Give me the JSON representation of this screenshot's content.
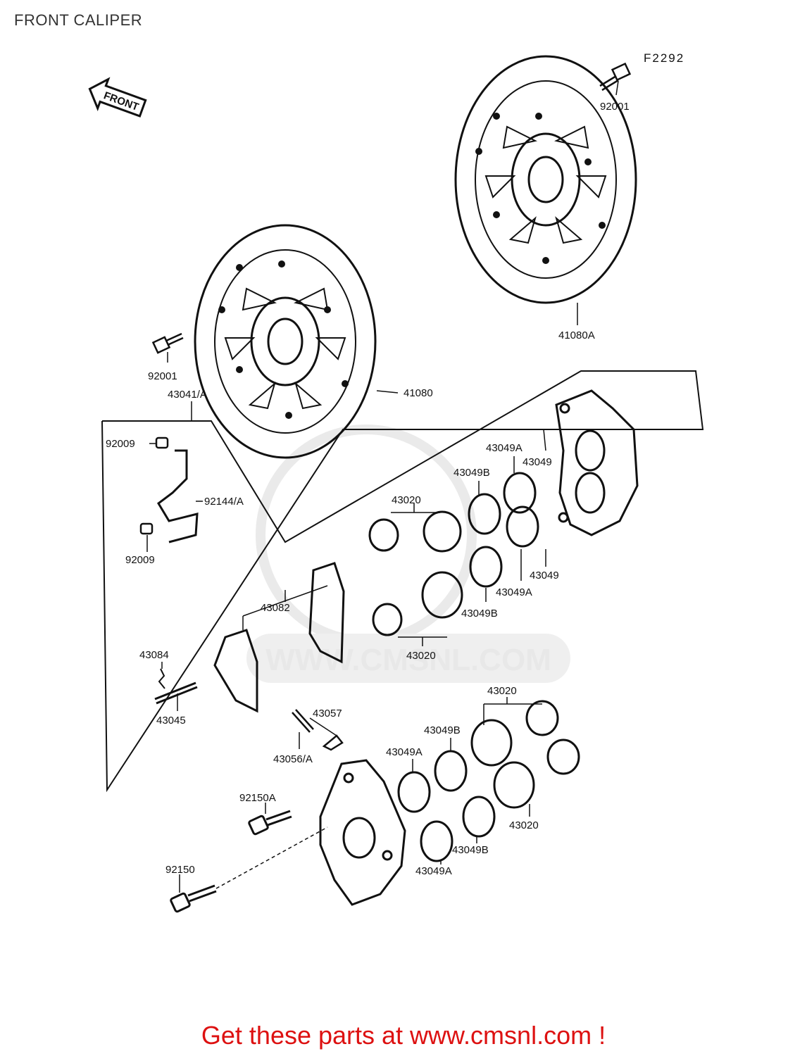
{
  "page": {
    "title": "FRONT CALIPER",
    "diagram_code": "F2292"
  },
  "arrow": {
    "label": "FRONT"
  },
  "watermark": {
    "text": "WWW.CMSNL.COM"
  },
  "callouts": [
    "92001",
    "41080A",
    "92001",
    "41080",
    "43041/A",
    "92009",
    "92144/A",
    "92009",
    "43049A",
    "43049",
    "43049B",
    "43020",
    "43049",
    "43049A",
    "43049B",
    "43082",
    "43020",
    "43084",
    "43045",
    "43057",
    "43056/A",
    "43020",
    "43049B",
    "43049A",
    "92150A",
    "43020",
    "43049B",
    "43049A",
    "92150"
  ],
  "promo": {
    "text": "Get these parts at www.cmsnl.com !"
  },
  "colors": {
    "promo": "#dd1111",
    "line": "#111111",
    "watermark": "#e6e6e6"
  }
}
